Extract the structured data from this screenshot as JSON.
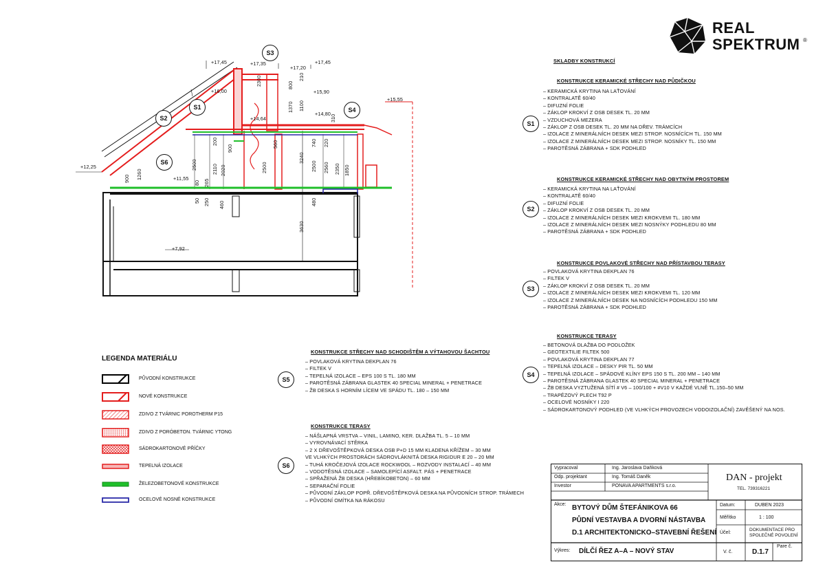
{
  "logo": {
    "line1": "REAL",
    "line2": "SPEKTRUM",
    "reg": "®"
  },
  "circles": [
    "S1",
    "S2",
    "S3",
    "S4",
    "S5",
    "S6"
  ],
  "levels": [
    "+17,45",
    "+17,35",
    "+17,20",
    "+17,45",
    "+16,00",
    "+15,90",
    "+15,55",
    "+14,80",
    "+14,64",
    "+12,25",
    "+11,55",
    "+7,92"
  ],
  "dims": [
    "2300",
    "800",
    "210",
    "1370",
    "1100",
    "310",
    "2500",
    "1260",
    "900",
    "2110",
    "2020",
    "2500",
    "3240",
    "2500",
    "2560",
    "2350",
    "1850",
    "3630",
    "460",
    "480",
    "250",
    "50",
    "80",
    "265",
    "560",
    "740",
    "200",
    "220",
    "900"
  ],
  "skladby_title": "SKLADBY KONSTRUKCÍ",
  "s1": {
    "title": "KONSTRUKCE KERAMICKÉ STŘECHY NAD PŮDIČKOU",
    "lines": [
      "– KERAMICKÁ KRYTINA NA LAŤOVÁNÍ",
      "– KONTRALATĚ 60/40",
      "– DIFUZNÍ FOLIE",
      "– ZÁKLOP KROKVÍ Z OSB DESEK TL. 20 MM",
      "– VZDUCHOVÁ MEZERA",
      "– ZÁKLOP Z OSB DESEK TL. 20 MM NA DŘEV. TRÁMCÍCH",
      "– IZOLACE Z MINERÁLNÍCH DESEK MEZI STROP. NOSNÍCÍCH TL. 150 MM",
      "– IZOLACE Z MINERÁLNÍCH DESEK MEZI STROP. NOSNÍKY TL. 150 MM",
      "– PAROTĚSNÁ ZÁBRANA + SDK PODHLED"
    ]
  },
  "s2": {
    "title": "KONSTRUKCE KERAMICKÉ STŘECHY NAD OBYTNÝM PROSTOREM",
    "lines": [
      "– KERAMICKÁ KRYTINA NA LAŤOVÁNÍ",
      "– KONTRALATĚ 60/40",
      "– DIFUZNÍ FOLIE",
      "– ZÁKLOP KROKVÍ Z OSB DESEK TL. 20 MM",
      "– IZOLACE Z MINERÁLNÍCH DESEK MEZI KROKVEMI TL. 180 MM",
      "– IZOLACE Z MINERÁLNÍCH DESEK MEZI NOSNÝKY PODHLEDU 80 MM",
      "– PAROTĚSNÁ ZÁBRANA + SDK PODHLED"
    ]
  },
  "s3": {
    "title": "KONSTRUKCE POVLAKOVÉ STŘECHY NAD PŘÍSTAVBOU TERASY",
    "lines": [
      "– POVLAKOVÁ KRYTINA DEKPLAN 76",
      "– FILTEK V",
      "– ZÁKLOP KROKVÍ Z OSB DESEK TL. 20 MM",
      "– IZOLACE Z MINERÁLNÍCH DESEK MEZI KROKVEMI TL. 120 MM",
      "– IZOLACE Z MINERÁLNÍCH DESEK NA NOSNÍCÍCH PODHLEDU 150 MM",
      "– PAROTĚSNÁ ZÁBRANA + SDK PODHLED"
    ]
  },
  "s4": {
    "title": "KONSTRUKCE TERASY",
    "lines": [
      "– BETONOVÁ DLAŽBA DO PODLOŽEK",
      "– GEOTEXTILIE FILTEK 500",
      "– POVLAKOVÁ KRYTINA DEKPLAN 77",
      "– TEPELNÁ IZOLACE – DESKY PIR                    TL. 50 MM",
      "– TEPELNÁ IZOLACE – SPÁDOVÉ KLÍNY EPS 150 S     TL. 200 MM – 140 MM",
      "– PAROTĚSNÁ ZÁBRANA GLASTEK 40 SPECIAL MINERAL + PENETRACE",
      "– ŽB DESKA VYZTUŽENÁ SÍTÍ # V6 – 100/100 + #V10 V KAŽDÉ VLNĚ TL.150–50 MM",
      "– TRAPÉZOVÝ PLECH T92 P",
      "– OCELOVÉ NOSNÍKY I 220",
      "– SÁDROKARTONOVÝ PODHLED (VE VLHKÝCH PROVOZECH VODOIZOLAČNÍ) ZAVĚŠENÝ NA NOS."
    ]
  },
  "s5": {
    "title": "KONSTRUKCE STŘECHY NAD SCHODIŠTĚM A VÝTAHOVOU ŠACHTOU",
    "lines": [
      "– POVLAKOVÁ KRYTINA DEKPLAN 76",
      "– FILTEK V",
      "– TEPELNÁ IZOLACE – EPS 100 S      TL. 180 MM",
      "– PAROTĚSNÁ ZÁBRANA GLASTEK 40 SPECIAL MINERAL + PENETRACE",
      "– ŽB DESKA S HORNÍM LÍCEM VE SPÁDU TL. 180 – 150 MM"
    ]
  },
  "s6": {
    "title": "KONSTRUKCE TERASY",
    "lines": [
      "– NÁŠLAPNÁ VRSTVA – VINIL, LAMINO, KER. DLAŽBA TL. 5 – 10 MM",
      "– VYROVNÁVACÍ STĚRKA",
      "– 2 X DŘEVOŠTĚPKOVÁ DESKA OSB P+D 15 MM KLADENA KŘÍŽEM – 30 MM",
      "   VE VLHKÝCH PROSTORÁCH SÁDROVLÁKNITÁ DESKA RIGIDUR E 20 – 20 MM",
      "– TUHÁ KROČEJOVÁ IZOLACE ROCKWOOL – ROZVODY INSTALACÍ – 40 MM",
      "– VODOTĚSNÁ IZOLACE – SAMOLEPÍCÍ ASFALT. PÁS + PENETRACE",
      "– SPŘAŽENÁ ŽB DESKA (HŘEBÍKOBETON)          – 60 MM",
      "– SEPARAČNÍ FOLIE",
      "– PŮVODNÍ ZÁKLOP POPŘ. DŘEVOŠTĚPKOVÁ DESKA NA PŮVODNÍCH STROP. TRÁMECH",
      "– PŮVODNÍ OMÍTKA NA RÁKOSU"
    ]
  },
  "legend": {
    "title": "LEGENDA MATERIÁLU",
    "items": [
      {
        "label": "PŮVODNÍ KONSTRUKCE",
        "color": "#000000"
      },
      {
        "label": "NOVÉ KONSTRUKCE",
        "color": "#e41d1d"
      },
      {
        "label": "ZDIVO Z TVÁRNIC POROTHERM P15",
        "color": "#e41d1d"
      },
      {
        "label": "ZDIVO Z PORÓBETON. TVÁRNIC YTONG",
        "color": "#e41d1d"
      },
      {
        "label": "SÁDROKARTONOVÉ PŘÍČKY",
        "color": "#e41d1d"
      },
      {
        "label": "TEPELNÁ IZOLACE",
        "color": "#e41d1d"
      },
      {
        "label": "ŽELEZOBETONOVÉ KONSTRUKCE",
        "color": "#1fbf2a"
      },
      {
        "label": "OCELOVÉ NOSNÉ KONSTRUKCE",
        "color": "#2a2aa8"
      }
    ]
  },
  "titleblock": {
    "vypracoval_label": "Vypracoval",
    "vypracoval": "Ing. Jaroslava Daňková",
    "odp_label": "Odp. projektant",
    "odp": "Ing. Tomáš Daněk",
    "investor_label": "Investor",
    "investor": "PONAVA APARTMENTS s.r.o.",
    "company": "DAN - projekt",
    "tel": "TEL. 739316221",
    "akce_label": "Akce:",
    "akce1": "BYTOVÝ DŮM ŠTEFÁNIKOVA 66",
    "akce2": "PŮDNÍ VESTAVBA A DVORNÍ NÁSTAVBA",
    "akce3": "D.1 ARCHITEKTONICKO–STAVEBNÍ ŘEŠENÍ",
    "datum_label": "Datum:",
    "datum": "DUBEN 2023",
    "meritko_label": "Měřítko",
    "meritko": "1 : 100",
    "ucel_label": "Účel:",
    "ucel1": "DOKUMENTACE PRO",
    "ucel2": "SPOLEČNÉ POVOLENÍ",
    "vykres_label": "Výkres:",
    "vykres": "DÍLČÍ ŘEZ A–A – NOVÝ STAV",
    "vc_label": "V. č.",
    "vc": "D.1.7",
    "pare_label": "Pare č."
  }
}
